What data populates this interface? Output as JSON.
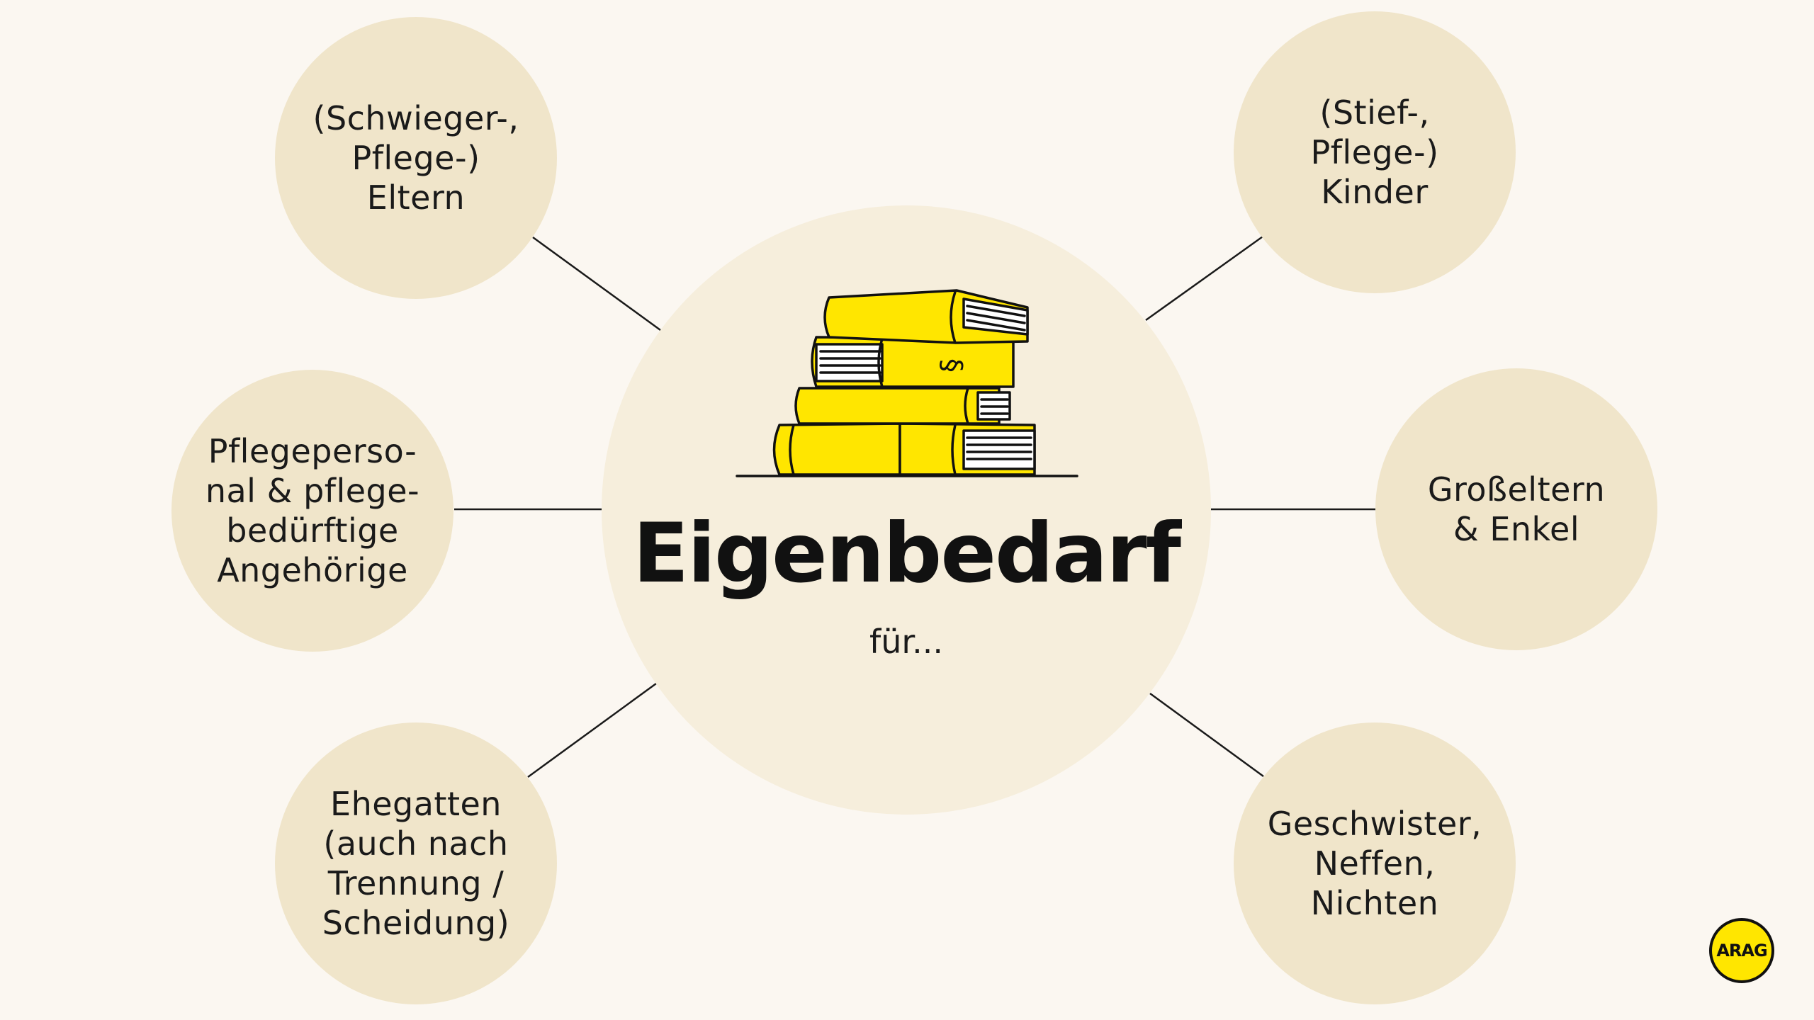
{
  "colors": {
    "background": "#FBF7F1",
    "node_fill": "#F0E5CA",
    "center_fill": "#F6EEDC",
    "connector": "#1A1A1A",
    "book_yellow": "#FFE600",
    "logo_yellow": "#FFE600"
  },
  "center": {
    "title": "Eigenbedarf",
    "subtitle": "für...",
    "illustration": "stacked-books-with-paragraph-sign-icon",
    "paragraph_sign": "§"
  },
  "nodes": {
    "top_left": "(Schwieger-,\nPflege-)\nEltern",
    "middle_left": "Pflegeperso-\nnal & pflege-\nbedürftige\nAngehörige",
    "bottom_left": "Ehegatten\n(auch nach\nTrennung /\nScheidung)",
    "top_right": "(Stief-,\nPflege-)\nKinder",
    "middle_right": "Großeltern\n& Enkel",
    "bottom_right": "Geschwister,\nNeffen,\nNichten"
  },
  "logo": {
    "text": "ARAG"
  }
}
